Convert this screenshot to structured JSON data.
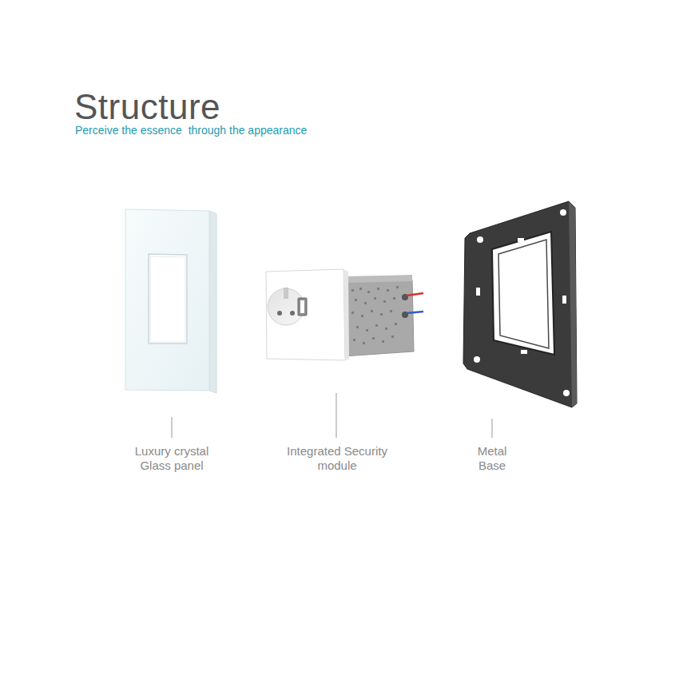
{
  "diagram": {
    "title": "Structure",
    "labels": [
      "Perceive the essence  through the appearance",
      "Luxury crystal Glass panel",
      "Integrated Security module",
      "Metal Base"
    ]
  }
}
